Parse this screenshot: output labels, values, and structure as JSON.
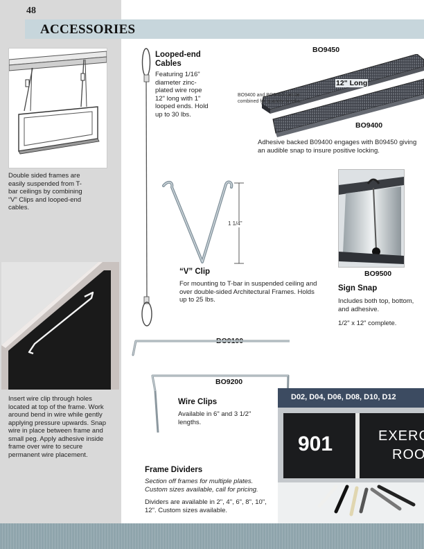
{
  "page": {
    "number": "48",
    "title": "ACCESSORIES"
  },
  "ceiling": {
    "caption": "Double sided frames are easily suspended from T-bar ceilings by combining “V” Clips and looped-end cables."
  },
  "cables": {
    "title": "Looped-end Cables",
    "body": "Featuring 1/16\" diameter zinc-plated wire rope 12\" long with 1\" looped ends. Hold up to 30 lbs."
  },
  "bo9450": {
    "code_top": "BO9450",
    "length": "12\" Long",
    "note": "BO9400 and BO9450 can be combined for quantity breaks.",
    "code_bottom": "BO9400",
    "caption": "Adhesive backed B09400 engages with B09450 giving an audible snap to insure positive locking."
  },
  "vclip": {
    "dimension": "1 1/4\"",
    "title": "“V” Clip",
    "body": "For mounting to T-bar in suspended ceiling and over double-sided Architectural Frames. Holds up to 25 lbs."
  },
  "signsnap": {
    "code": "BO9500",
    "title": "Sign Snap",
    "body1": "Includes both top, bottom, and adhesive.",
    "body2": "1/2\" x 12\" complete."
  },
  "frame_clip": {
    "caption": "Insert wire clip through holes located at top of the frame. Work around bend in wire while gently applying pressure upwards. Snap wire in place between frame and small peg. Apply adhesive inside frame over wire to secure permanent wire placement."
  },
  "wireclips": {
    "code1": "BO9100",
    "code2": "BO9200",
    "title": "Wire Clips",
    "body": "Available in 6\" and 3 1/2\" lengths."
  },
  "dividers": {
    "codes": "D02, D04, D06, D08, D10, D12",
    "sign_number": "901",
    "sign_word1": "EXERC",
    "sign_word2": "ROO",
    "title": "Frame Dividers",
    "body1": "Section off frames for multiple plates. Custom sizes available, call for pricing.",
    "body2": "Dividers are available in 2\", 4\", 6\", 8\", 10\", 12\". Custom sizes available."
  },
  "colors": {
    "banner": "#c7d6dc",
    "sidebar": "#d9d9d9",
    "footer": "#8aa0a8",
    "divider_photo": "#3c4b61"
  }
}
